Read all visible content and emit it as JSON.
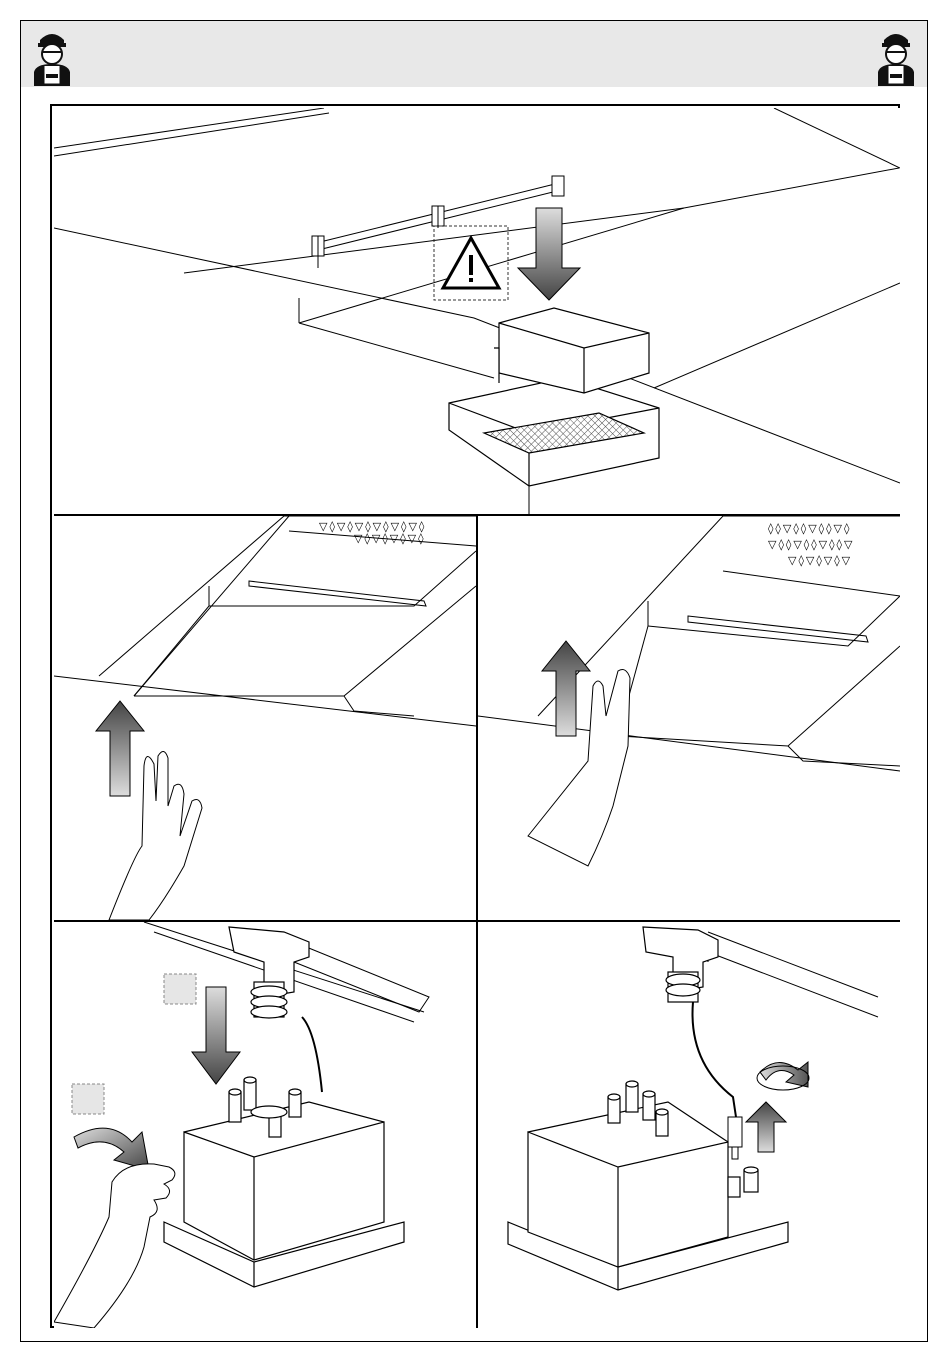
{
  "header": {
    "background_color": "#e8e8e8",
    "left_icon": "installer-technician-icon",
    "right_icon": "installer-technician-icon"
  },
  "figures": [
    {
      "panel": "top",
      "icons": [
        "warning-triangle-icon",
        "down-arrow-icon"
      ]
    },
    {
      "panel": "middle-left",
      "icons": [
        "up-arrow-icon",
        "hand-icon"
      ]
    },
    {
      "panel": "middle-right",
      "icons": [
        "up-arrow-icon",
        "hand-icon"
      ]
    },
    {
      "panel": "bottom-left",
      "icons": [
        "down-arrow-icon",
        "curved-arrow-icon",
        "hand-icon",
        "step-marker-icon",
        "step-marker-icon"
      ]
    },
    {
      "panel": "bottom-right",
      "icons": [
        "rotate-arrow-icon",
        "up-arrow-icon",
        "connector-icon"
      ]
    }
  ],
  "colors": {
    "line": "#000000",
    "arrow_dark": "#444444",
    "arrow_light": "#dddddd",
    "marker_fill": "#e6e6e6"
  }
}
